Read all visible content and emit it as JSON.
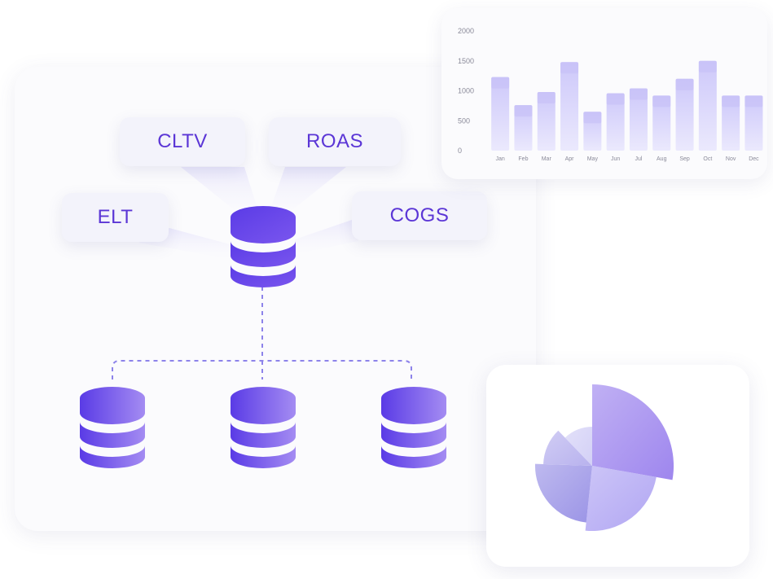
{
  "diagram": {
    "tags": {
      "cltv": "CLTV",
      "roas": "ROAS",
      "elt": "ELT",
      "cogs": "COGS"
    },
    "icons": {
      "main": "database-icon",
      "children": [
        "database-icon",
        "database-icon",
        "database-icon"
      ]
    },
    "colors": {
      "accent": "#5b36d6",
      "db_start": "#5a3be6",
      "db_end": "#a48cf2",
      "connector": "#8d83ea"
    }
  },
  "chart_data": [
    {
      "type": "bar",
      "categories": [
        "Jan",
        "Feb",
        "Mar",
        "Apr",
        "May",
        "Jun",
        "Jul",
        "Aug",
        "Sep",
        "Oct",
        "Nov",
        "Dec"
      ],
      "values": [
        1230,
        760,
        980,
        1480,
        650,
        960,
        1040,
        920,
        1200,
        1500,
        920,
        920
      ],
      "ylim": [
        0,
        2000
      ],
      "yticks": [
        0,
        500,
        1000,
        1500,
        2000
      ],
      "title": "",
      "xlabel": "",
      "ylabel": "",
      "grid": false,
      "color": "#d9d6fb"
    },
    {
      "type": "pie",
      "style": "polar-area",
      "slices": [
        {
          "start": 0,
          "end": 100,
          "value": 100,
          "color": "#9e86ee"
        },
        {
          "start": 100,
          "end": 186,
          "value": 80,
          "color": "#b1a6f3"
        },
        {
          "start": 186,
          "end": 272,
          "value": 70,
          "color": "#9b94e6"
        },
        {
          "start": 272,
          "end": 316,
          "value": 60,
          "color": "#b8b2ee"
        },
        {
          "start": 316,
          "end": 360,
          "value": 48,
          "color": "#d3d0f6"
        }
      ],
      "legend": "none"
    }
  ]
}
